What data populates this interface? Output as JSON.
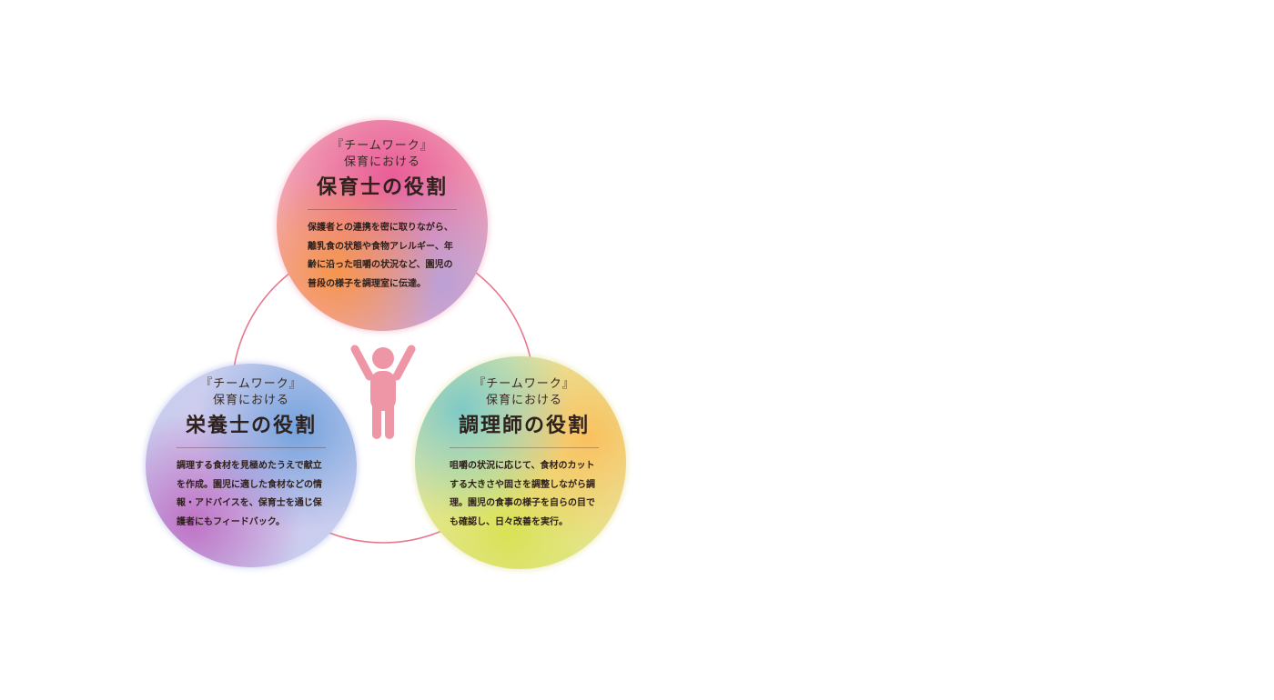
{
  "colors": {
    "ring": "#e8778e",
    "figure": "#ee96a6",
    "text": "#3a2a24"
  },
  "icons": {
    "center": "person-arms-up-icon"
  },
  "roles": {
    "hoikushi": {
      "subtitle_line1": "『チームワーク』",
      "subtitle_line2": "保育における",
      "title": "保育士の役割",
      "body": "保護者との連携を密に取りながら、離乳食の状態や食物アレルギー、年齢に沿った咀嚼の状況など、園児の普段の様子を調理室に伝達。"
    },
    "eiyoshi": {
      "subtitle_line1": "『チームワーク』",
      "subtitle_line2": "保育における",
      "title": "栄養士の役割",
      "body": "調理する食材を見極めたうえで献立を作成。園児に適した食材などの情報・アドバイスを、保育士を通じ保護者にもフィードバック。"
    },
    "choriishi": {
      "subtitle_line1": "『チームワーク』",
      "subtitle_line2": "保育における",
      "title": "調理師の役割",
      "body": "咀嚼の状況に応じて、食材のカットする大きさや固さを調整しながら調理。園児の食事の様子を自らの目でも確認し、日々改善を実行。"
    }
  }
}
